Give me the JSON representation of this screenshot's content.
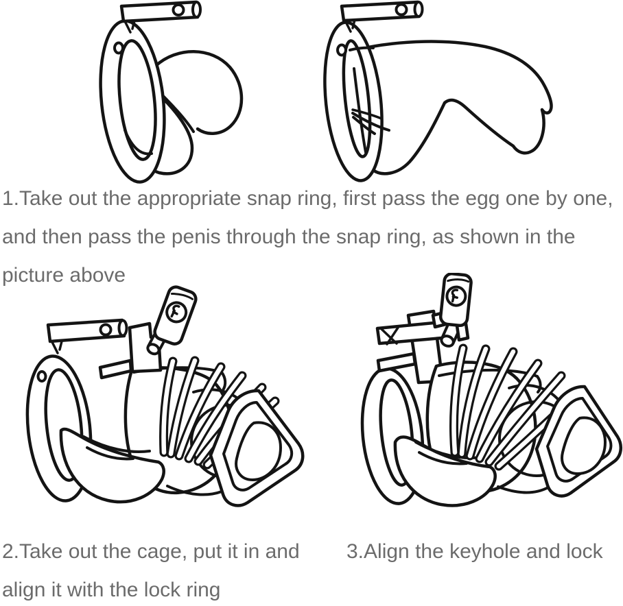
{
  "page": {
    "background": "#ffffff",
    "text_color": "#6b6b6b",
    "line_color": "#141414"
  },
  "instructions": {
    "step1": {
      "lines": [
        "1.Take out the appropriate snap ring, first pass the egg one by one,",
        "and then pass the penis through the snap ring, as shown in the",
        "picture above"
      ]
    },
    "step2": {
      "lines": [
        "2.Take out the cage, put it in and",
        "align it with the lock ring"
      ]
    },
    "step3": {
      "lines": [
        "3.Align the keyhole and lock"
      ]
    }
  }
}
